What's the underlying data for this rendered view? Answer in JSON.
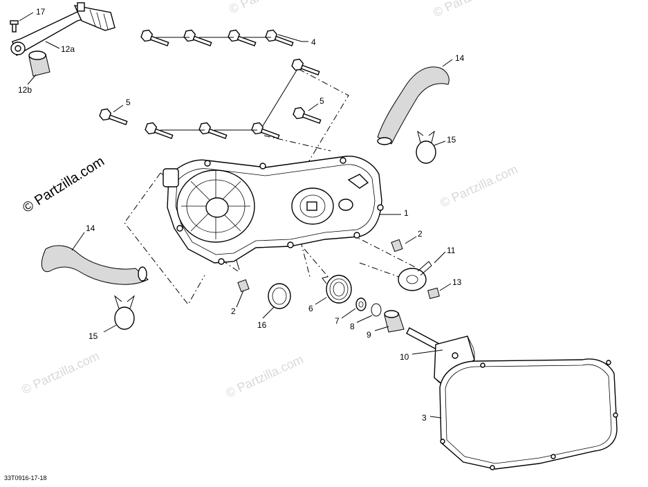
{
  "diagram": {
    "callouts": [
      "17",
      "12a",
      "12b",
      "4",
      "5",
      "5",
      "14",
      "15",
      "1",
      "2",
      "11",
      "13",
      "14",
      "15",
      "2",
      "16",
      "6",
      "7",
      "8",
      "9",
      "10",
      "3"
    ],
    "watermark": "© Partzilla.com",
    "brand": "© Partzilla.com",
    "figure_code": "33T0916-17-18"
  },
  "colors": {
    "line": "#000000",
    "watermark": "#d8d8d8",
    "shade": "#d9d9d9"
  }
}
